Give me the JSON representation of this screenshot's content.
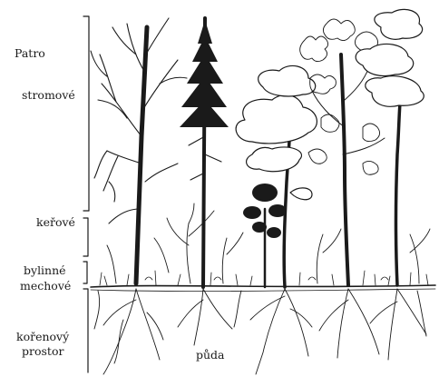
{
  "labels": {
    "canopy_line1": "Patro",
    "canopy_line2": "stromové",
    "shrub": "keřové",
    "herb": "bylinné",
    "moss": "mechové",
    "root_line1": "kořenový",
    "root_line2": "prostor",
    "soil": "půda"
  },
  "colors": {
    "ink": "#1a1a1a",
    "background": "#ffffff"
  }
}
